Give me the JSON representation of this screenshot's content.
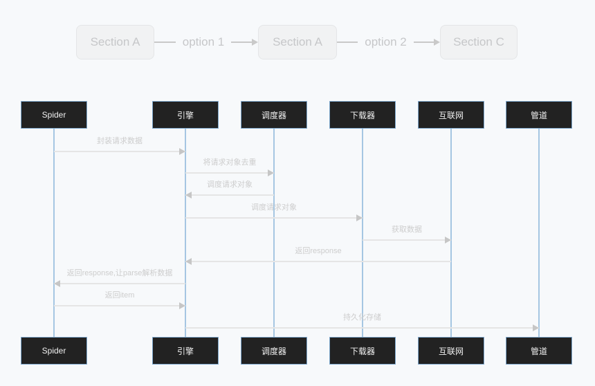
{
  "flowchart": {
    "nodes": [
      {
        "label": "Section A"
      },
      {
        "label": "Section A"
      },
      {
        "label": "Section C"
      }
    ],
    "edges": [
      {
        "label": "option 1"
      },
      {
        "label": "option 2"
      }
    ]
  },
  "sequence": {
    "actors": [
      {
        "key": "spider",
        "label": "Spider"
      },
      {
        "key": "engine",
        "label": "引擎"
      },
      {
        "key": "scheduler",
        "label": "调度器"
      },
      {
        "key": "downloader",
        "label": "下载器"
      },
      {
        "key": "internet",
        "label": "互联网"
      },
      {
        "key": "pipeline",
        "label": "管道"
      }
    ],
    "messages": [
      {
        "from": "spider",
        "to": "engine",
        "label": "封装请求数据"
      },
      {
        "from": "engine",
        "to": "scheduler",
        "label": "将请求对象去重"
      },
      {
        "from": "scheduler",
        "to": "engine",
        "label": "调度请求对象"
      },
      {
        "from": "engine",
        "to": "downloader",
        "label": "调度请求对象"
      },
      {
        "from": "downloader",
        "to": "internet",
        "label": "获取数据"
      },
      {
        "from": "internet",
        "to": "engine",
        "label": "返回response"
      },
      {
        "from": "engine",
        "to": "spider",
        "label": "返回response,让parse解析数据"
      },
      {
        "from": "spider",
        "to": "engine",
        "label": "返回item"
      },
      {
        "from": "engine",
        "to": "pipeline",
        "label": "持久化存储"
      }
    ]
  },
  "colors": {
    "background": "#f7f9fb",
    "actor_fill": "#222222",
    "actor_border": "#7ea8cd",
    "actor_text": "#f0f0f0",
    "lifeline": "#a5c6e2",
    "message_line": "#e5e5e5",
    "message_arrow": "#c6c6c6",
    "message_text": "#cdcdcd",
    "flow_node_fill": "#f1f2f3",
    "flow_node_border": "#e4e5e7",
    "flow_text": "#c6c7c9",
    "flow_line": "#c9c9c9"
  }
}
